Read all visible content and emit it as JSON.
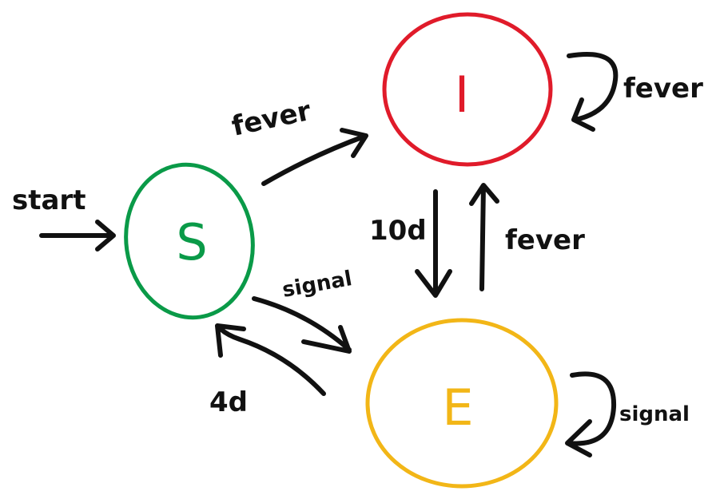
{
  "nodes": {
    "s": {
      "label": "S",
      "color": "#0a9a48"
    },
    "i": {
      "label": "I",
      "color": "#e01b2a"
    },
    "e": {
      "label": "E",
      "color": "#f2b617"
    }
  },
  "edges": {
    "start": "start",
    "s_to_i": "fever",
    "i_self": "fever",
    "i_to_e": "10d",
    "e_to_i": "fever",
    "s_to_e": "signal",
    "e_to_s": "4d",
    "e_self": "signal"
  },
  "ink_color": "#111111"
}
